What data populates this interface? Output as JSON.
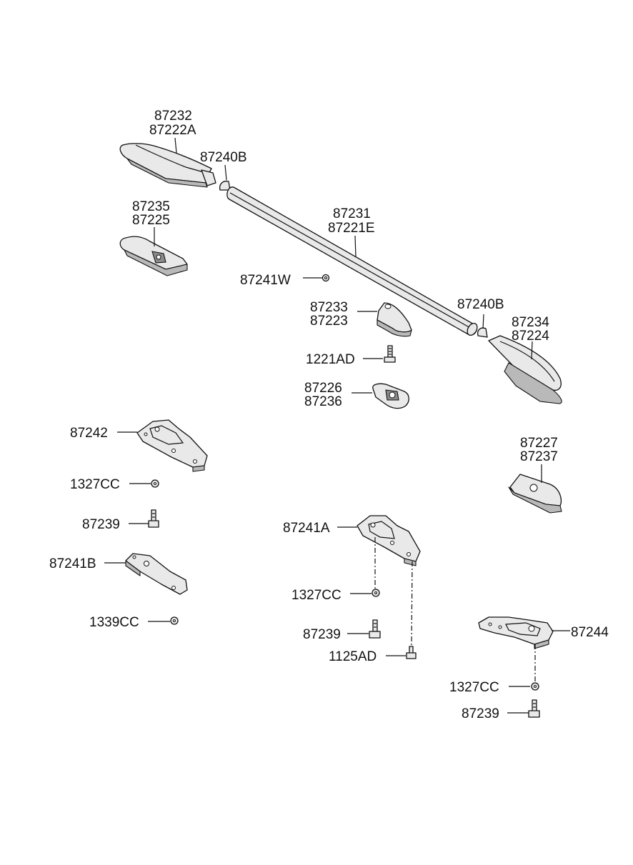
{
  "labels": {
    "l87232": "87232",
    "l87222A": "87222A",
    "l87240B_top": "87240B",
    "l87235": "87235",
    "l87225": "87225",
    "l87231": "87231",
    "l87221E": "87221E",
    "l87241W": "87241W",
    "l87233": "87233",
    "l87223": "87223",
    "l87240B_right": "87240B",
    "l87234": "87234",
    "l87224": "87224",
    "l1221AD": "1221AD",
    "l87226": "87226",
    "l87236": "87236",
    "l87242": "87242",
    "l87227": "87227",
    "l87237": "87237",
    "l1327CC_left": "1327CC",
    "l87239_left": "87239",
    "l87241A": "87241A",
    "l87241B": "87241B",
    "l1327CC_mid": "1327CC",
    "l1339CC": "1339CC",
    "l87244": "87244",
    "l87239_mid": "87239",
    "l1125AD": "1125AD",
    "l1327CC_right": "1327CC",
    "l87239_right": "87239"
  }
}
